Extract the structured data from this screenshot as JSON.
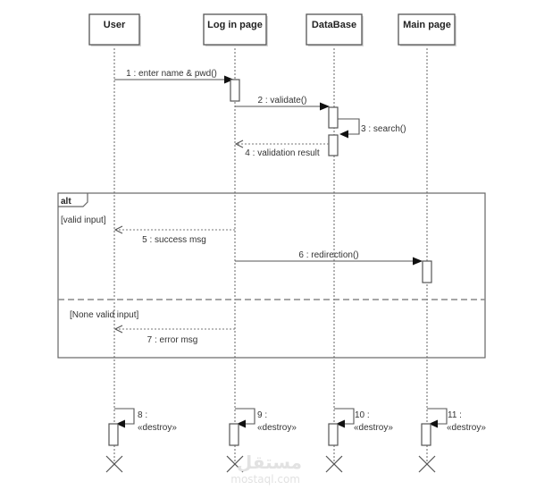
{
  "diagram": {
    "type": "sequence",
    "lifelines": [
      {
        "id": "user",
        "label": "User"
      },
      {
        "id": "login",
        "label": "Log in page"
      },
      {
        "id": "db",
        "label": "DataBase"
      },
      {
        "id": "main",
        "label": "Main page"
      }
    ],
    "messages": [
      {
        "label": "1 : enter name & pwd()",
        "from": "user",
        "to": "login",
        "kind": "sync"
      },
      {
        "label": "2 : validate()",
        "from": "login",
        "to": "db",
        "kind": "sync"
      },
      {
        "label": "3 : search()",
        "from": "db",
        "to": "db",
        "kind": "self"
      },
      {
        "label": "4 : validation result",
        "from": "db",
        "to": "login",
        "kind": "return"
      },
      {
        "label": "5 : success msg",
        "from": "login",
        "to": "user",
        "kind": "return"
      },
      {
        "label": "6 : redirection()",
        "from": "login",
        "to": "main",
        "kind": "sync"
      },
      {
        "label": "7 : error msg",
        "from": "login",
        "to": "user",
        "kind": "return"
      },
      {
        "label_num": "8 :",
        "label_text": "«destroy»",
        "from": "user",
        "to": "user",
        "kind": "destroy"
      },
      {
        "label_num": "9 :",
        "label_text": "«destroy»",
        "from": "login",
        "to": "login",
        "kind": "destroy"
      },
      {
        "label_num": "10 :",
        "label_text": "«destroy»",
        "from": "db",
        "to": "db",
        "kind": "destroy"
      },
      {
        "label_num": "11 :",
        "label_text": "«destroy»",
        "from": "main",
        "to": "main",
        "kind": "destroy"
      }
    ],
    "fragment": {
      "operator": "alt",
      "guards": [
        "[valid input]",
        "[None valid input]"
      ]
    }
  },
  "watermark": {
    "arabic": "مستقل",
    "latin": "mostaql.com"
  }
}
